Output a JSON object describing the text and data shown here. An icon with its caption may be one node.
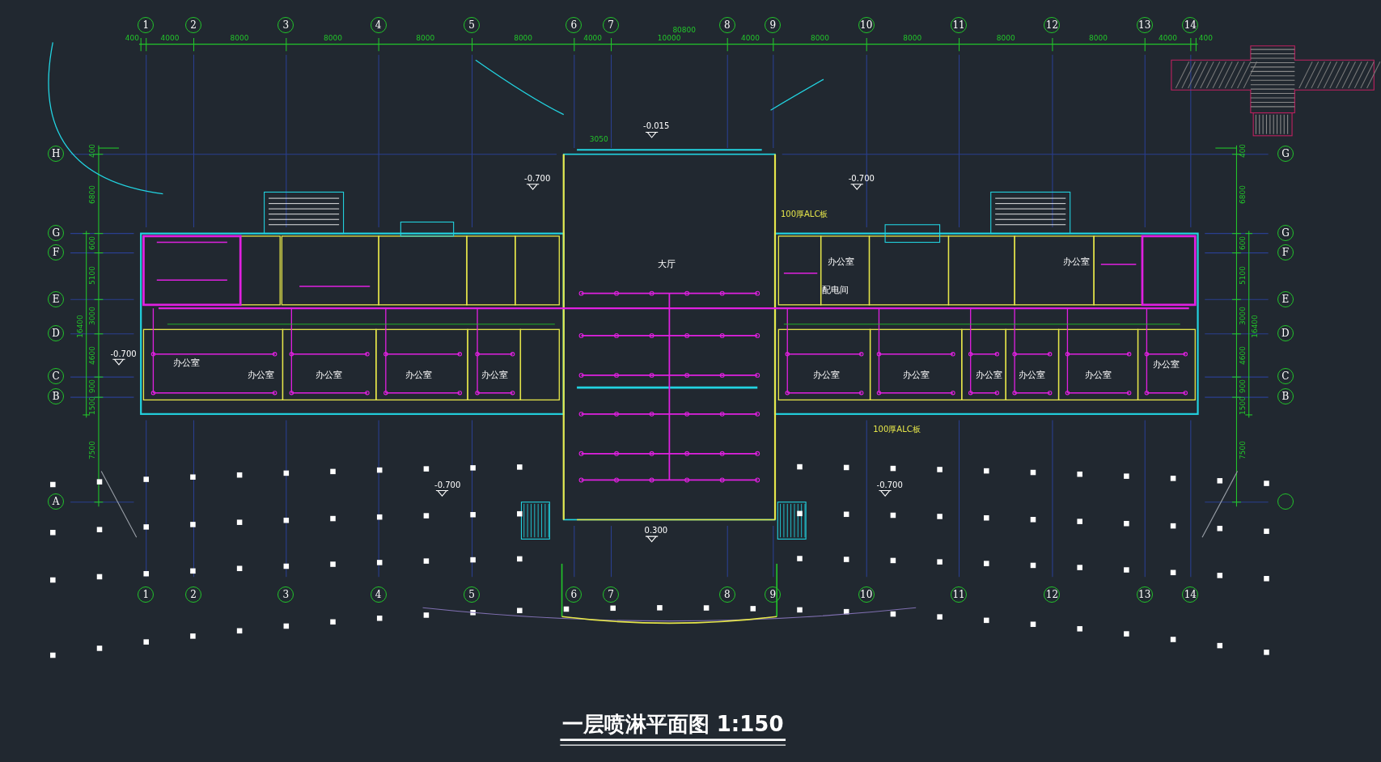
{
  "diagram": {
    "title": "一层喷淋平面图 1:150",
    "nodes": [
      {
        "text": [
          "1"
        ]
      },
      {
        "text": [
          "2"
        ]
      },
      {
        "text": [
          "3"
        ]
      },
      {
        "text": [
          "4"
        ]
      },
      {
        "text": [
          "5"
        ]
      },
      {
        "text": [
          "6"
        ]
      },
      {
        "text": [
          "7"
        ]
      },
      {
        "text": [
          "8"
        ]
      },
      {
        "text": [
          "9"
        ]
      },
      {
        "text": [
          "10"
        ]
      },
      {
        "text": [
          "11"
        ]
      },
      {
        "text": [
          "12"
        ]
      },
      {
        "text": [
          "13"
        ]
      },
      {
        "text": [
          "14"
        ]
      },
      {
        "text": [
          "H"
        ]
      },
      {
        "text": [
          "G"
        ]
      },
      {
        "text": [
          "F"
        ]
      },
      {
        "text": [
          "E"
        ]
      },
      {
        "text": [
          "D"
        ]
      },
      {
        "text": [
          "C"
        ]
      },
      {
        "text": [
          "B"
        ]
      },
      {
        "text": [
          "A"
        ]
      },
      {
        "text": [
          "G"
        ]
      },
      {
        "text": [
          "G"
        ]
      },
      {
        "text": [
          "F"
        ]
      },
      {
        "text": [
          "E"
        ]
      },
      {
        "text": [
          "D"
        ]
      },
      {
        "text": [
          "C"
        ]
      },
      {
        "text": [
          "B"
        ]
      },
      {
        "text": [],
        "shape": "circle"
      },
      {
        "text": [
          "1"
        ]
      },
      {
        "text": [
          "2"
        ]
      },
      {
        "text": [
          "3"
        ]
      },
      {
        "text": [
          "4"
        ]
      },
      {
        "text": [
          "5"
        ]
      },
      {
        "text": [
          "6"
        ]
      },
      {
        "text": [
          "7"
        ]
      },
      {
        "text": [
          "8"
        ]
      },
      {
        "text": [
          "9"
        ]
      },
      {
        "text": [
          "10"
        ]
      },
      {
        "text": [
          "11"
        ]
      },
      {
        "text": [
          "12"
        ]
      },
      {
        "text": [
          "13"
        ]
      },
      {
        "text": [
          "14"
        ]
      }
    ],
    "labels": [
      "80800",
      "400",
      "4000",
      "8000",
      "8000",
      "8000",
      "8000",
      "4000",
      "10000",
      "4000",
      "8000",
      "8000",
      "8000",
      "8000",
      "4000",
      "400",
      "400",
      "6800",
      "600",
      "5100",
      "3000",
      "4600",
      "900",
      "1500",
      "7500",
      "16400",
      "400",
      "6800",
      "600",
      "5100",
      "3000",
      "4600",
      "900",
      "1500",
      "7500",
      "16400",
      "-0.015",
      "3050",
      "-0.700",
      "-0.700",
      "-0.700",
      "-0.700",
      "-0.700",
      "0.300",
      "大厅",
      "办公室",
      "办公室",
      "配电间",
      "办公室",
      "办公室",
      "办公室",
      "办公室",
      "办公室",
      "办公室",
      "办公室",
      "办公室",
      "办公室",
      "办公室",
      "办公室",
      "100厚ALC板",
      "100厚ALC板"
    ]
  }
}
